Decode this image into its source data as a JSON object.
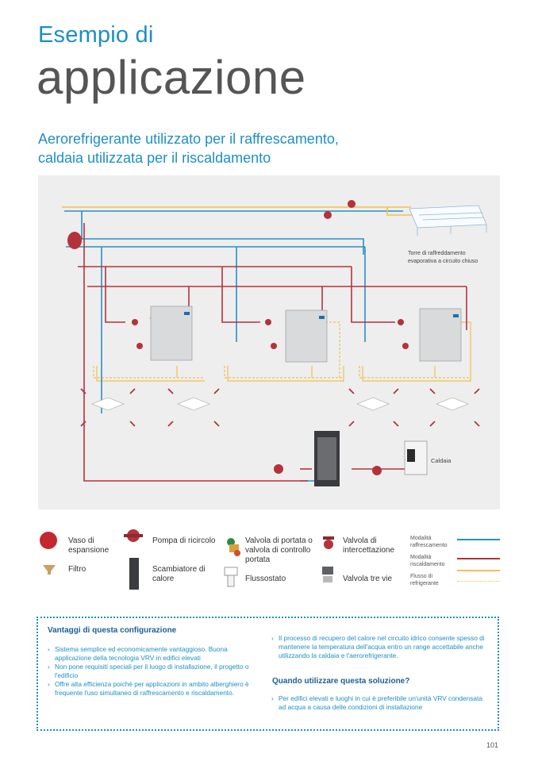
{
  "header": {
    "title_small": "Esempio di",
    "title_large": "applicazione",
    "subtitle_line1": "Aerorefrigerante utilizzato per il raffrescamento,",
    "subtitle_line2": "caldaia utilizzata per il riscaldamento"
  },
  "diagram": {
    "tower_label_line1": "Torre di raffreddamento",
    "tower_label_line2": "evaporativa a circuito chiuso",
    "boiler_label": "Caldaia"
  },
  "legend": {
    "items": [
      {
        "id": "expansion",
        "label": "Vaso di espansione"
      },
      {
        "id": "pump",
        "label": "Pompa di ricircolo"
      },
      {
        "id": "flow-valve",
        "label": "Valvola di portata o valvola di controllo portata"
      },
      {
        "id": "shutoff",
        "label": "Valvola di intercettazione"
      },
      {
        "id": "filter",
        "label": "Filtro"
      },
      {
        "id": "exchanger",
        "label": "Scambiatore di calore"
      },
      {
        "id": "flowswitch",
        "label": "Flussostato"
      },
      {
        "id": "threeway",
        "label": "Valvola tre vie"
      }
    ],
    "modes": [
      {
        "label": "Modalità raffrescamento",
        "color": "#2a8fc7",
        "style": "solid"
      },
      {
        "label": "Modalità riscaldamento",
        "color": "#b5323a",
        "style": "solid"
      },
      {
        "label": "Flusso di refrigerante",
        "color": "#f2c04d",
        "style": "double"
      }
    ]
  },
  "benefits": {
    "heading": "Vantaggi di questa configurazione",
    "left_items": [
      "Sistema semplice ed economicamente vantaggioso. Buona applicazione della tecnologia VRV in edifici elevati",
      "Non pone requisiti speciali per il luogo di installazione, il progetto o l'edificio",
      "Offre alta efficienza poiché per applicazioni in ambito alberghiero è frequente l'uso simultaneo di raffrescamento e riscaldamento."
    ],
    "right_items": [
      "Il processo di recupero del calore nel circuito idrico consente spesso di mantenere la temperatura dell'acqua entro un range accettabile anche utilizzando la caldaia e l'aerorefrigerante."
    ],
    "when_heading": "Quando utilizzare questa soluzione?",
    "when_items": [
      "Per edifici elevati e luoghi in cui è preferibile un'unità VRV condensata ad acqua a causa delle condizioni di installazione"
    ]
  },
  "page_number": "101",
  "colors": {
    "accent_blue": "#1d8fc4",
    "cooling": "#2a8fc7",
    "heating": "#b5323a",
    "refrigerant": "#f2c04d"
  }
}
